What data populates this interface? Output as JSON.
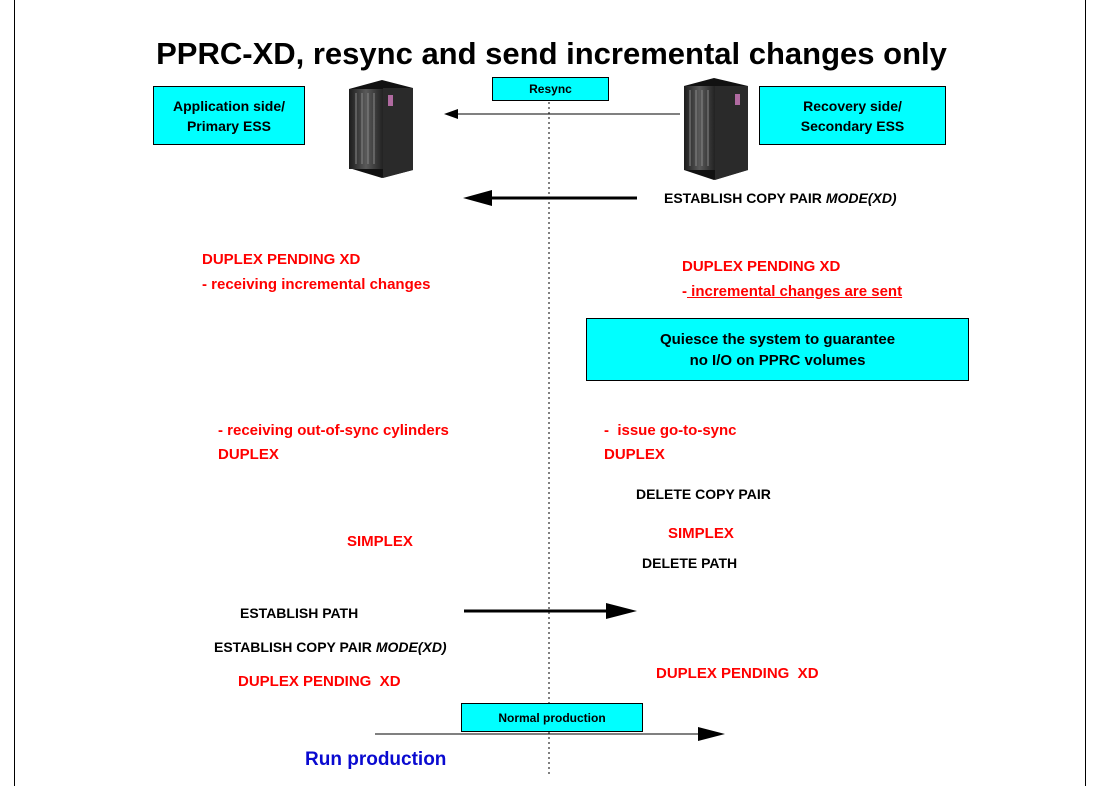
{
  "title": "PPRC-XD, resync and send incremental changes only",
  "primary_box": {
    "line1": "Application side/",
    "line2": "Primary ESS"
  },
  "secondary_box": {
    "line1": "Recovery side/",
    "line2": "Secondary ESS"
  },
  "resync_label": "Resync",
  "establish_copy_pair_1": {
    "prefix": "ESTABLISH COPY PAIR ",
    "mode": "MODE(XD)"
  },
  "left_duplex_pending": {
    "line1": "DUPLEX PENDING XD",
    "line2": "- receiving incremental changes"
  },
  "right_duplex_pending": {
    "line1": "DUPLEX PENDING XD",
    "line2_dash": "-",
    "line2_rest": " incremental changes are sent"
  },
  "quiesce_box": {
    "line1": "Quiesce the system to guarantee",
    "line2": "no I/O on PPRC volumes"
  },
  "left_out_of_sync": {
    "line1": "- receiving out-of-sync cylinders",
    "line2": "DUPLEX"
  },
  "right_go_to_sync": {
    "line1": "-  issue go-to-sync",
    "line2": "DUPLEX"
  },
  "delete_copy_pair": "DELETE COPY PAIR",
  "simplex_left": "SIMPLEX",
  "simplex_right": "SIMPLEX",
  "delete_path": "DELETE PATH",
  "establish_path": "ESTABLISH PATH",
  "establish_copy_pair_2": {
    "prefix": "ESTABLISH COPY PAIR ",
    "mode": "MODE(XD)"
  },
  "duplex_pending_left_final": "DUPLEX PENDING  XD",
  "duplex_pending_right_final": "DUPLEX PENDING  XD",
  "normal_production_label": "Normal production",
  "run_production": "Run production",
  "colors": {
    "cyan": "#00ffff",
    "red": "#ff0000",
    "blue": "#0a0ad0",
    "server": "#3a3a3a"
  }
}
